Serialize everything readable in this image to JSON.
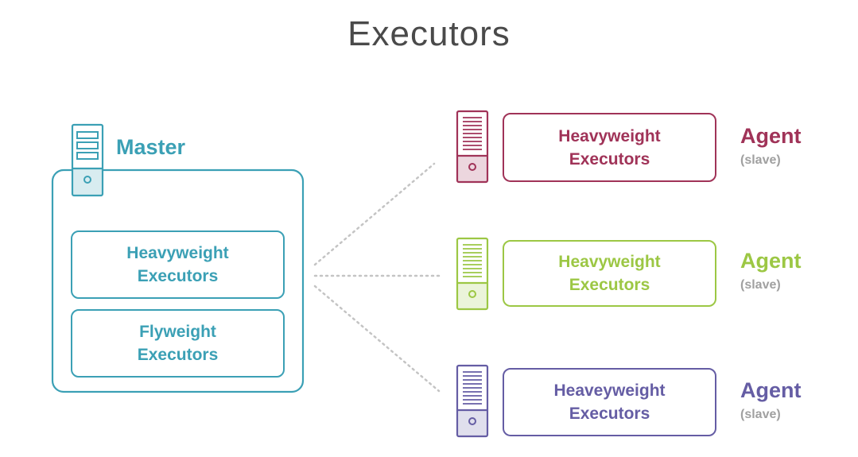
{
  "title": "Executors",
  "colors": {
    "master": "#3ba0b5",
    "agent1": "#a03358",
    "agent2": "#9cc744",
    "agent3": "#655da4",
    "connector": "#c4c4c4",
    "subtext": "#a0a0a0"
  },
  "master": {
    "label": "Master",
    "icon": "server-icon",
    "boxes": [
      {
        "line1": "Heavyweight",
        "line2": "Executors"
      },
      {
        "line1": "Flyweight",
        "line2": "Executors"
      }
    ]
  },
  "agents": [
    {
      "name": "Agent",
      "sub": "(slave)",
      "line1": "Heavyweight",
      "line2": "Executors",
      "icon": "server-icon"
    },
    {
      "name": "Agent",
      "sub": "(slave)",
      "line1": "Heavyweight",
      "line2": "Executors",
      "icon": "server-icon"
    },
    {
      "name": "Agent",
      "sub": "(slave)",
      "line1": "Heaveyweight",
      "line2": "Executors",
      "icon": "server-icon"
    }
  ]
}
